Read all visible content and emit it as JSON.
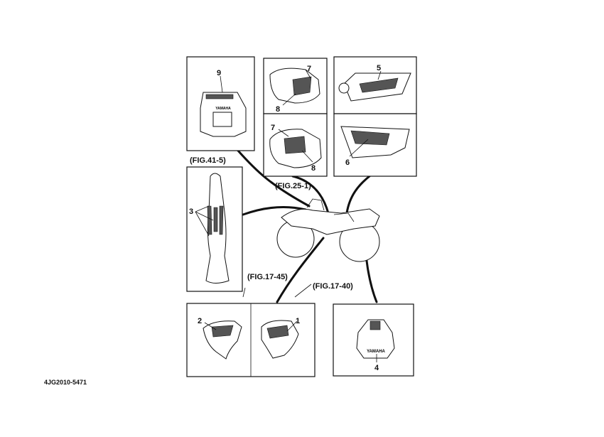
{
  "diagram": {
    "callouts": {
      "c9": "9",
      "c7a": "7",
      "c8a": "8",
      "c5": "5",
      "c7b": "7",
      "c8b": "8",
      "c6": "6",
      "c3": "3",
      "c2": "2",
      "c1": "1",
      "c4": "4"
    },
    "references": {
      "fig41": "(FIG.41-5)",
      "fig25": "(FIG.25-1)",
      "fig1745": "(FIG.17-45)",
      "fig1740": "(FIG.17-40)"
    },
    "brand_marks": {
      "headlight": "YAMAHA",
      "rear_fender": "YAMAHA"
    },
    "drawing_code": "4JG2010-5471"
  }
}
